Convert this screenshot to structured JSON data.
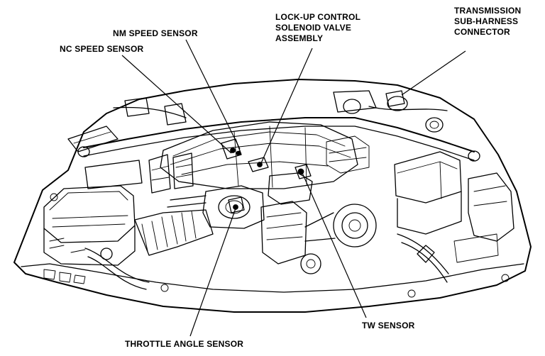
{
  "labels": {
    "nm_speed_sensor": "NM SPEED SENSOR",
    "nc_speed_sensor": "NC SPEED SENSOR",
    "lockup_solenoid": [
      "LOCK-UP CONTROL",
      "SOLENOID VALVE",
      "ASSEMBLY"
    ],
    "transmission_connector": [
      "TRANSMISSION",
      "SUB-HARNESS",
      "CONNECTOR"
    ],
    "tw_sensor": "TW SENSOR",
    "throttle_angle_sensor": "THROTTLE ANGLE SENSOR"
  }
}
